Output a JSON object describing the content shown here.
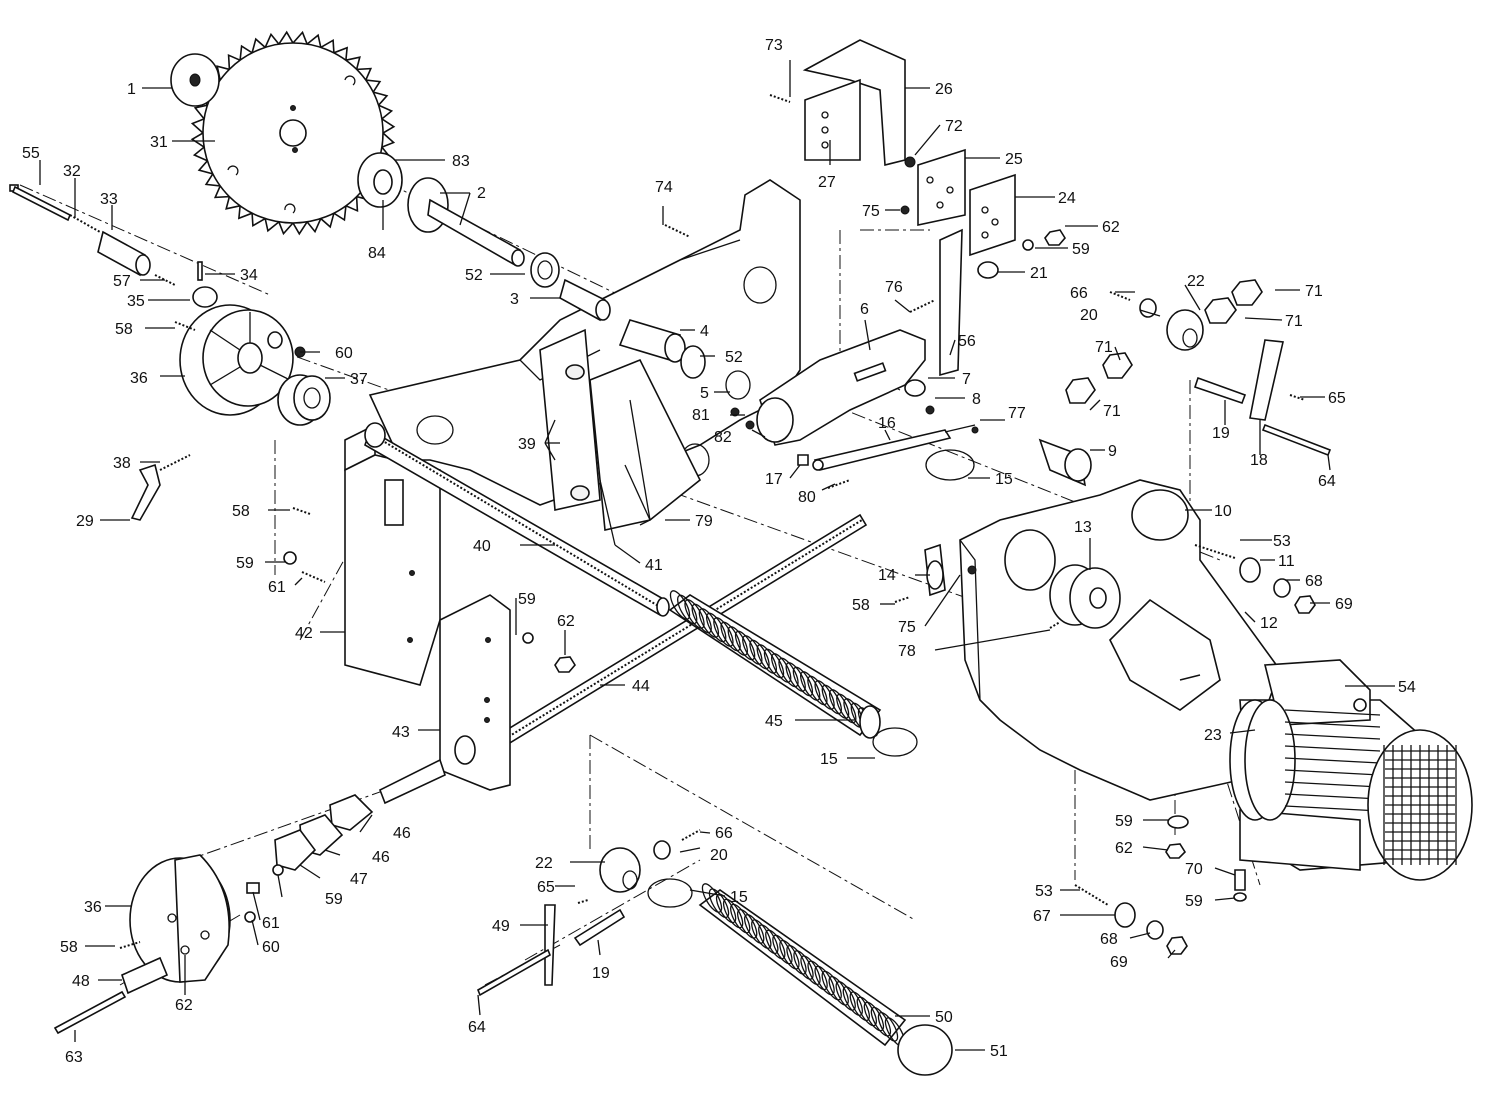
{
  "labels": [
    {
      "key": "l1",
      "text": "1"
    },
    {
      "key": "l2",
      "text": "2"
    },
    {
      "key": "l3",
      "text": "3"
    },
    {
      "key": "l4",
      "text": "4"
    },
    {
      "key": "l5",
      "text": "5"
    },
    {
      "key": "l6",
      "text": "6"
    },
    {
      "key": "l7",
      "text": "7"
    },
    {
      "key": "l8",
      "text": "8"
    },
    {
      "key": "l9",
      "text": "9"
    },
    {
      "key": "l10",
      "text": "10"
    },
    {
      "key": "l11",
      "text": "11"
    },
    {
      "key": "l12",
      "text": "12"
    },
    {
      "key": "l13",
      "text": "13"
    },
    {
      "key": "l14",
      "text": "14"
    },
    {
      "key": "l15a",
      "text": "15"
    },
    {
      "key": "l15b",
      "text": "15"
    },
    {
      "key": "l15c",
      "text": "15"
    },
    {
      "key": "l16",
      "text": "16"
    },
    {
      "key": "l17",
      "text": "17"
    },
    {
      "key": "l18",
      "text": "18"
    },
    {
      "key": "l19a",
      "text": "19"
    },
    {
      "key": "l19b",
      "text": "19"
    },
    {
      "key": "l20a",
      "text": "20"
    },
    {
      "key": "l20b",
      "text": "20"
    },
    {
      "key": "l21",
      "text": "21"
    },
    {
      "key": "l22a",
      "text": "22"
    },
    {
      "key": "l22b",
      "text": "22"
    },
    {
      "key": "l23",
      "text": "23"
    },
    {
      "key": "l24",
      "text": "24"
    },
    {
      "key": "l25",
      "text": "25"
    },
    {
      "key": "l26",
      "text": "26"
    },
    {
      "key": "l27",
      "text": "27"
    },
    {
      "key": "l29",
      "text": "29"
    },
    {
      "key": "l31",
      "text": "31"
    },
    {
      "key": "l32",
      "text": "32"
    },
    {
      "key": "l33",
      "text": "33"
    },
    {
      "key": "l34",
      "text": "34"
    },
    {
      "key": "l35",
      "text": "35"
    },
    {
      "key": "l36a",
      "text": "36"
    },
    {
      "key": "l36b",
      "text": "36"
    },
    {
      "key": "l37",
      "text": "37"
    },
    {
      "key": "l38",
      "text": "38"
    },
    {
      "key": "l39",
      "text": "39"
    },
    {
      "key": "l40",
      "text": "40"
    },
    {
      "key": "l41",
      "text": "41"
    },
    {
      "key": "l42",
      "text": "42"
    },
    {
      "key": "l43",
      "text": "43"
    },
    {
      "key": "l44",
      "text": "44"
    },
    {
      "key": "l45",
      "text": "45"
    },
    {
      "key": "l46a",
      "text": "46"
    },
    {
      "key": "l46b",
      "text": "46"
    },
    {
      "key": "l47",
      "text": "47"
    },
    {
      "key": "l48",
      "text": "48"
    },
    {
      "key": "l49",
      "text": "49"
    },
    {
      "key": "l50",
      "text": "50"
    },
    {
      "key": "l51",
      "text": "51"
    },
    {
      "key": "l52a",
      "text": "52"
    },
    {
      "key": "l52b",
      "text": "52"
    },
    {
      "key": "l53a",
      "text": "53"
    },
    {
      "key": "l53b",
      "text": "53"
    },
    {
      "key": "l54",
      "text": "54"
    },
    {
      "key": "l55",
      "text": "55"
    },
    {
      "key": "l56",
      "text": "56"
    },
    {
      "key": "l57",
      "text": "57"
    },
    {
      "key": "l58a",
      "text": "58"
    },
    {
      "key": "l58b",
      "text": "58"
    },
    {
      "key": "l58c",
      "text": "58"
    },
    {
      "key": "l58d",
      "text": "58"
    },
    {
      "key": "l59a",
      "text": "59"
    },
    {
      "key": "l59b",
      "text": "59"
    },
    {
      "key": "l59c",
      "text": "59"
    },
    {
      "key": "l59d",
      "text": "59"
    },
    {
      "key": "l59e",
      "text": "59"
    },
    {
      "key": "l59f",
      "text": "59"
    },
    {
      "key": "l60a",
      "text": "60"
    },
    {
      "key": "l60b",
      "text": "60"
    },
    {
      "key": "l61a",
      "text": "61"
    },
    {
      "key": "l61b",
      "text": "61"
    },
    {
      "key": "l62a",
      "text": "62"
    },
    {
      "key": "l62b",
      "text": "62"
    },
    {
      "key": "l62c",
      "text": "62"
    },
    {
      "key": "l62d",
      "text": "62"
    },
    {
      "key": "l63",
      "text": "63"
    },
    {
      "key": "l64a",
      "text": "64"
    },
    {
      "key": "l64b",
      "text": "64"
    },
    {
      "key": "l65a",
      "text": "65"
    },
    {
      "key": "l65b",
      "text": "65"
    },
    {
      "key": "l66a",
      "text": "66"
    },
    {
      "key": "l66b",
      "text": "66"
    },
    {
      "key": "l67",
      "text": "67"
    },
    {
      "key": "l68a",
      "text": "68"
    },
    {
      "key": "l68b",
      "text": "68"
    },
    {
      "key": "l69a",
      "text": "69"
    },
    {
      "key": "l69b",
      "text": "69"
    },
    {
      "key": "l70",
      "text": "70"
    },
    {
      "key": "l71a",
      "text": "71"
    },
    {
      "key": "l71b",
      "text": "71"
    },
    {
      "key": "l71c",
      "text": "71"
    },
    {
      "key": "l71d",
      "text": "71"
    },
    {
      "key": "l72",
      "text": "72"
    },
    {
      "key": "l73",
      "text": "73"
    },
    {
      "key": "l74",
      "text": "74"
    },
    {
      "key": "l75a",
      "text": "75"
    },
    {
      "key": "l75b",
      "text": "75"
    },
    {
      "key": "l76",
      "text": "76"
    },
    {
      "key": "l77",
      "text": "77"
    },
    {
      "key": "l78",
      "text": "78"
    },
    {
      "key": "l79",
      "text": "79"
    },
    {
      "key": "l80",
      "text": "80"
    },
    {
      "key": "l81",
      "text": "81"
    },
    {
      "key": "l82",
      "text": "82"
    },
    {
      "key": "l83",
      "text": "83"
    },
    {
      "key": "l84",
      "text": "84"
    }
  ]
}
